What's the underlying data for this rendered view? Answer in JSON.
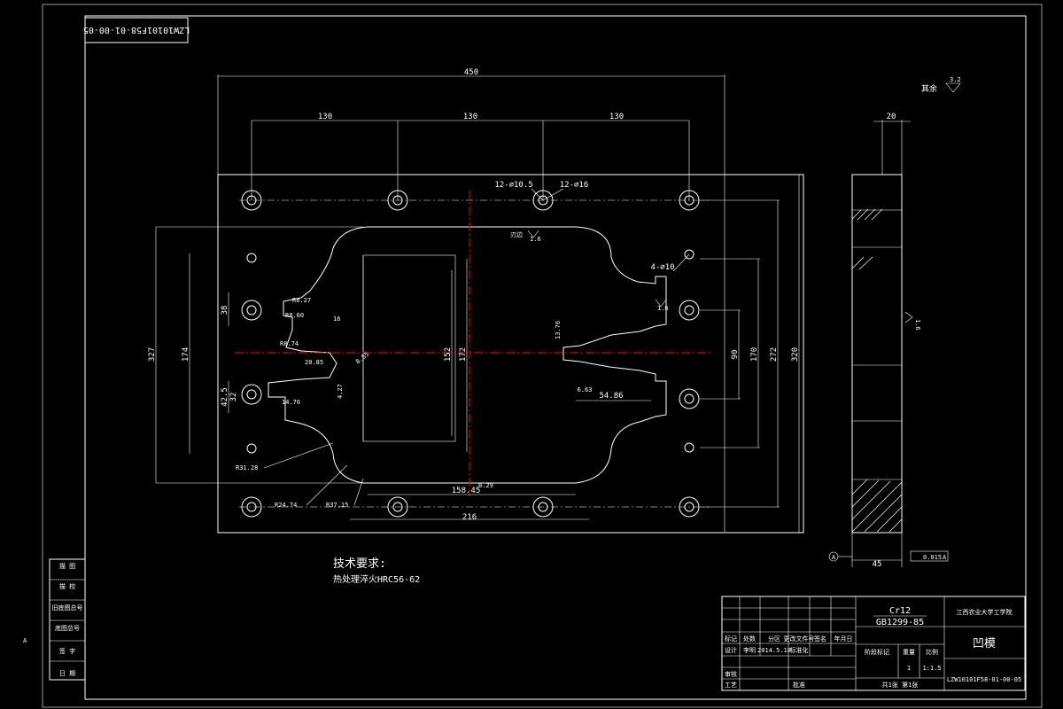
{
  "drawing_number_rotated": "LZW10101F58-01-00-05",
  "dims": {
    "overall_width": "450",
    "pitch_1": "130",
    "pitch_2": "130",
    "pitch_3": "130",
    "holes_12a": "12-∅10.5",
    "holes_12b": "12-∅16",
    "holes_4": "4-∅10",
    "height_327": "327",
    "height_174": "174",
    "height_38": "38",
    "height_42_5": "42.5",
    "height_32": "32",
    "height_152": "152",
    "height_172": "172",
    "height_90": "90",
    "height_170": "170",
    "height_272": "272",
    "height_320": "320",
    "r8_27": "R8.27",
    "r8_60": "R8.60",
    "r8_74": "R8.74",
    "a_20_85": "20.85",
    "a_8_55": "8.55",
    "a_4_27": "4.27",
    "a_14_76": "14.76",
    "a_6_63": "6.63",
    "a_54_86": "54.86",
    "a_13_76": "13.76",
    "a_16": "16",
    "a_158_45": "158.45",
    "a_82_9": "8.29",
    "a_216": "216",
    "r31": "R31.28",
    "r24": "R24.74",
    "r37": "R37.15",
    "side_20": "20",
    "side_45": "45",
    "roughness_all": "其余",
    "roughness_val": "3.2",
    "roughness_edge": "刃边",
    "roughness_edge_val": "1.6",
    "roughness_small": "1.6",
    "side_rough": "1.6",
    "tolerance": "0.015",
    "datum": "A"
  },
  "notes": {
    "heading": "技术要求:",
    "line1": "热处理淬火HRC56-62"
  },
  "left_box": [
    "描 图",
    "描 校",
    "旧底图总号",
    "底图总号",
    "签 字",
    "日 期"
  ],
  "title_block": {
    "material": "Cr12",
    "standard": "GB1299-85",
    "school": "江西农业大学工学院",
    "part_name": "凹模",
    "drawing_no": "LZW10101F58-01-00-05",
    "headers": [
      "标记",
      "处数",
      "分区",
      "更改文件号",
      "签名",
      "年月日"
    ],
    "row_design": [
      "设计",
      "李明",
      "2014.5.18",
      "标准化"
    ],
    "row_check": "审核",
    "row_process": "工艺",
    "row_approve": "批准",
    "stage_label": "阶段标记",
    "weight_label": "重量",
    "scale_label": "比例",
    "qty": "1",
    "scale": "1:1.5",
    "sheet": "共1张  第1张"
  },
  "corner_mark": "A"
}
